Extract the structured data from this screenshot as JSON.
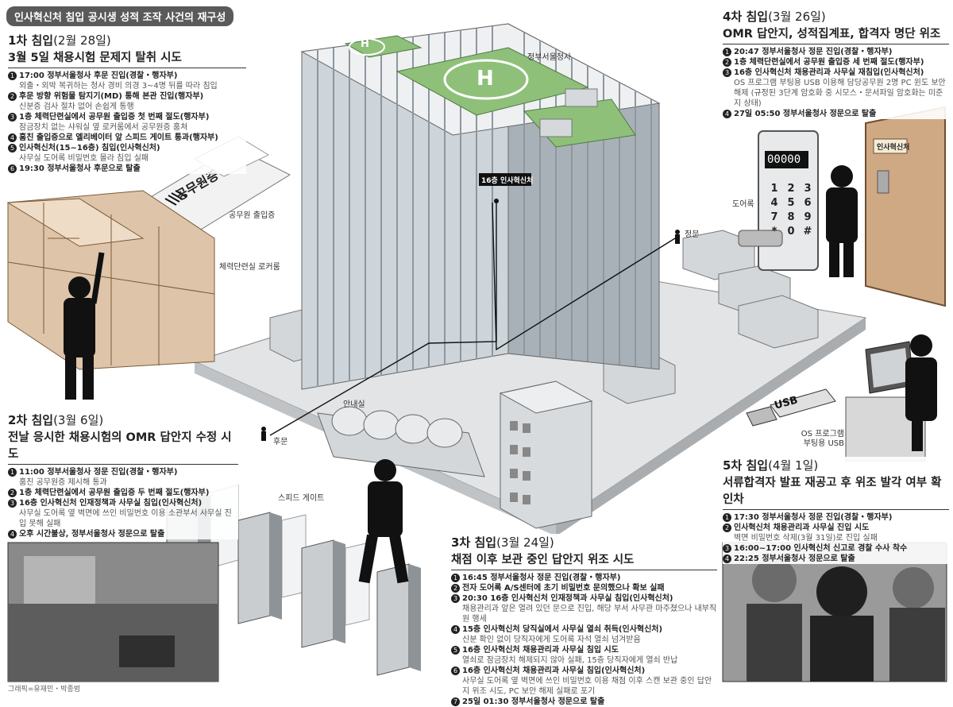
{
  "header": {
    "title": "인사혁신처 침입 공시생 성적 조작 사건의 재구성"
  },
  "phase1": {
    "label": "1차 침입",
    "date": "(2월 28일)",
    "title": "3월 5일 채용시험 문제지 탈취 시도",
    "items": [
      {
        "n": "1",
        "main": "17:00 정부서울청사 후문 진입(경찰・행자부)",
        "sub": "외출・외박 복귀하는 청사 경비 의경 3~4명 뒤를 따라 침입"
      },
      {
        "n": "2",
        "main": "후문 방향 위험물 탐지기(MD) 통해 본관 진입(행자부)",
        "sub": "신분증 검사 절차 없어 손쉽게 통행"
      },
      {
        "n": "3",
        "main": "1층 체력단련실에서 공무원 출입증 첫 번째 절도(행자부)",
        "sub": "잠금장치 없는 샤워실 옆 로커룸에서 공무원증 훔쳐"
      },
      {
        "n": "4",
        "main": "훔친 출입증으로 엘리베이터 앞 스피드 게이트 통과(행자부)",
        "sub": ""
      },
      {
        "n": "5",
        "main": "인사혁신처(15~16층) 침입(인사혁신처)",
        "sub": "사무실 도어록 비밀번호 몰라 침입 실패"
      },
      {
        "n": "6",
        "main": "19:30 정부서울청사 후문으로 탈출",
        "sub": ""
      }
    ]
  },
  "phase2": {
    "label": "2차 침입",
    "date": "(3월 6일)",
    "title": "전날 응시한 채용시험의 OMR 답안지 수정 시도",
    "items": [
      {
        "n": "1",
        "main": "11:00 정부서울청사 정문 진입(경찰・행자부)",
        "sub": "훔친 공무원증 제시해 통과"
      },
      {
        "n": "2",
        "main": "1층 체력단련실에서 공무원 출입증 두 번째 절도(행자부)",
        "sub": ""
      },
      {
        "n": "3",
        "main": "16층 인사혁신처 인재정책과 사무실 침입(인사혁신처)",
        "sub": "사무실 도어록 옆 벽면에 쓰인 비밀번호 이용 소관부서 사무실 진입 못해 실패"
      },
      {
        "n": "4",
        "main": "오후 시간불상, 정부서울청사 정문으로 탈출",
        "sub": ""
      }
    ]
  },
  "phase3": {
    "label": "3차 침입",
    "date": "(3월 24일)",
    "title": "채점 이후 보관 중인 답안지 위조 시도",
    "items": [
      {
        "n": "1",
        "main": "16:45 정부서울청사 정문 진입(경찰・행자부)",
        "sub": ""
      },
      {
        "n": "2",
        "main": "전자 도어록 A/S센터에 초기 비밀번호 문의했으나 확보 실패",
        "sub": ""
      },
      {
        "n": "3",
        "main": "20:30 16층 인사혁신처 인재정책과 사무실 침입(인사혁신처)",
        "sub": "채용관리과 앞은 열려 있던 문으로 진입, 해당 부서 사무관 마주쳤으나 내부직원 행세"
      },
      {
        "n": "4",
        "main": "15층 인사혁신처 당직실에서 사무실 열쇠 취득(인사혁신처)",
        "sub": "신분 확인 없이 당직자에게 도어록 자석 열쇠 넘겨받음"
      },
      {
        "n": "5",
        "main": "16층 인사혁신처 채용관리과 사무실 침입 시도",
        "sub": "열쇠로 잠금장치 해제되지 않아 실패, 15층 당직자에게 열쇠 반납"
      },
      {
        "n": "6",
        "main": "16층 인사혁신처 채용관리과 사무실 침입(인사혁신처)",
        "sub": "사무실 도어록 옆 벽면에 쓰인 비밀번호 이용 채점 이후 스캔 보관 중인 답안지 위조 시도, PC 보안 해제 실패로 포기"
      },
      {
        "n": "7",
        "main": "25일 01:30 정부서울청사 정문으로 탈출",
        "sub": ""
      }
    ]
  },
  "phase4": {
    "label": "4차 침입",
    "date": "(3월 26일)",
    "title": "OMR 답안지, 성적집계표, 합격자 명단 위조",
    "items": [
      {
        "n": "1",
        "main": "20:47 정부서울청사 정문 진입(경찰・행자부)",
        "sub": ""
      },
      {
        "n": "2",
        "main": "1층 체력단련실에서 공무원 출입증 세 번째 절도(행자부)",
        "sub": ""
      },
      {
        "n": "3",
        "main": "16층 인사혁신처 채용관리과 사무실 재침입(인사혁신처)",
        "sub": "OS 프로그램 부팅용 USB 이용해 담당공무원 2명 PC 윈도 보안 해제 (규정된 3단계 암호화 중 시모스・문서파일 암호화는 미준지 상태)"
      },
      {
        "n": "4",
        "main": "27일 05:50 정부서울청사 정문으로 탈출",
        "sub": ""
      }
    ]
  },
  "phase5": {
    "label": "5차 침입",
    "date": "(4월 1일)",
    "title": "서류합격자 발표 재공고 후 위조 발각 여부 확인차",
    "items": [
      {
        "n": "1",
        "main": "17:30 정부서울청사 정문 진입(경찰・행자부)",
        "sub": ""
      },
      {
        "n": "2",
        "main": "인사혁신처 채용관리과 사무실 진입 시도",
        "sub": "벽면 비밀번호 삭제(3월 31일)로 진입 실패"
      },
      {
        "n": "3",
        "main": "16:00~17:00 인사혁신처 신고로 경찰 수사 착수",
        "sub": ""
      },
      {
        "n": "4",
        "main": "22:25 정부서울청사 정문으로 탈출",
        "sub": ""
      }
    ]
  },
  "labels": {
    "building": "정부서울청사",
    "floor16": "16층 인사혁신처",
    "main_gate": "정문",
    "back_gate": "후문",
    "info": "안내실",
    "speed_gate": "스피드 게이트",
    "id_card": "공무원 출입증",
    "locker": "체력단련실 로커룸",
    "doorlock": "도어록",
    "usb": "OS 프로그램 부팅용 USB",
    "card_text": "공무원증",
    "door_sign": "인사혁신처",
    "display": "00000",
    "usb_text": "USB",
    "heli": "H"
  },
  "keypad": [
    "1",
    "2",
    "3",
    "4",
    "5",
    "6",
    "7",
    "8",
    "9",
    "*",
    "0",
    "#"
  ],
  "credit": "그래픽=유재민・박종범"
}
